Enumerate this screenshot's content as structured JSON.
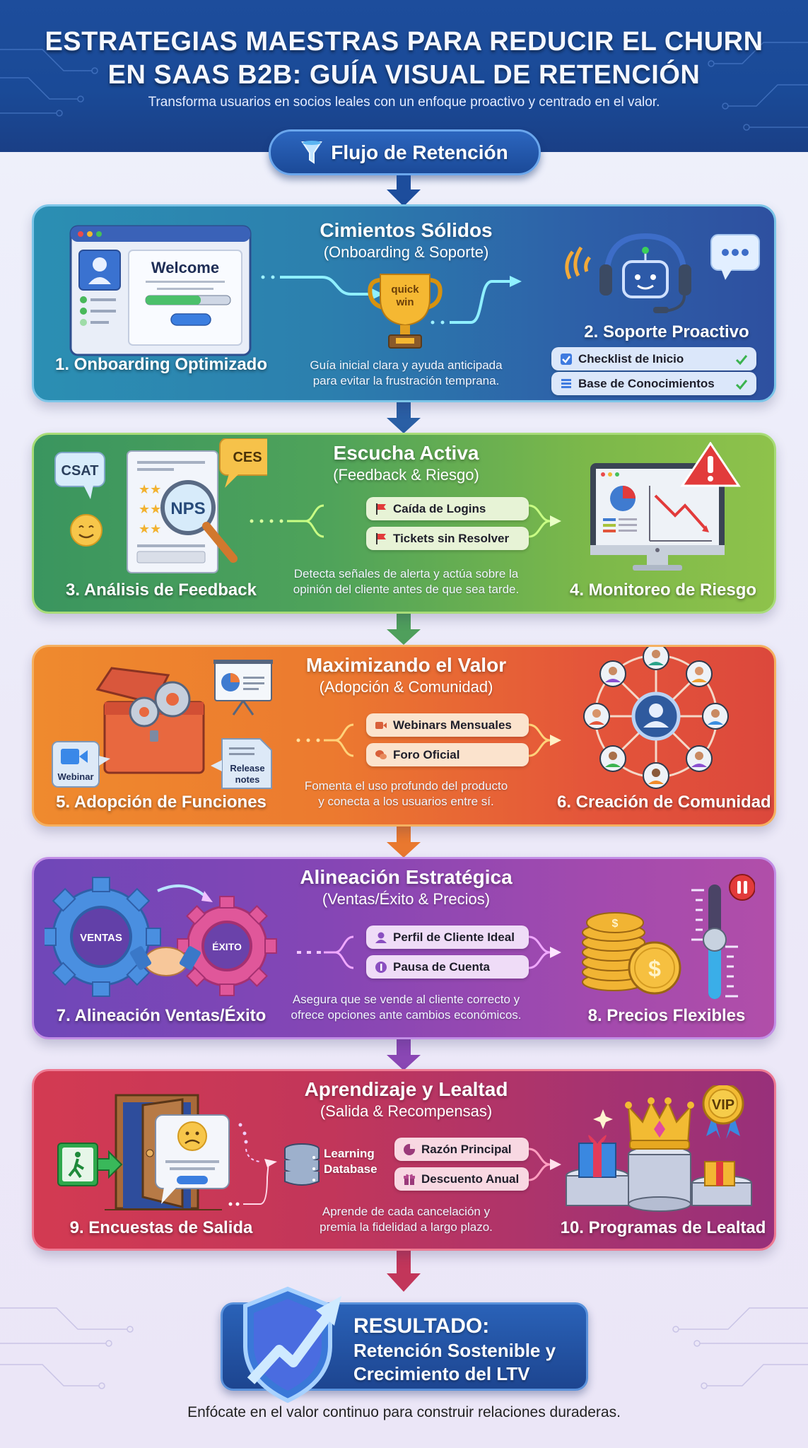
{
  "header": {
    "title_line1": "ESTRATEGIAS MAESTRAS PARA REDUCIR EL CHURN",
    "title_line2": "EN SAAS B2B: GUÍA VISUAL DE RETENCIÓN",
    "subtitle": "Transforma usuarios en socios leales con un enfoque proactivo y centrado en el valor.",
    "flow_label": "Flujo de Retención",
    "flow_icon": "funnel-icon"
  },
  "colors": {
    "header_bg": "#1d4d9c",
    "section1": "#2c7fae",
    "section2": "#5aa65a",
    "section3": "#ec7a2f",
    "section4": "#8a47b4",
    "section5": "#c2365a",
    "result_bg": "#1d4590"
  },
  "sections": [
    {
      "title": "Cimientos Sólidos",
      "subtitle": "(Onboarding & Soporte)",
      "description_line1": "Guía inicial clara y ayuda anticipada",
      "description_line2": "para evitar la frustración temprana.",
      "left_step": "1. Onboarding Optimizado",
      "right_step": "2. Soporte Proactivo",
      "left_art": {
        "window_text": "Welcome",
        "badge": "quick win"
      },
      "chips": [
        {
          "icon": "checkbox-icon",
          "label": "Checklist de Inicio",
          "status": "check-icon"
        },
        {
          "icon": "document-list-icon",
          "label": "Base de Conocimientos",
          "status": "check-icon"
        }
      ]
    },
    {
      "title": "Escucha Activa",
      "subtitle": "(Feedback & Riesgo)",
      "description_line1": "Detecta señales de alerta y actúa sobre la",
      "description_line2": "opinión del cliente antes de que sea tarde.",
      "left_step": "3. Análisis de Feedback",
      "right_step": "4. Monitoreo de Riesgo",
      "left_art": {
        "bubble1": "CSAT",
        "bubble2": "CES",
        "lens": "NPS"
      },
      "chips": [
        {
          "icon": "red-flag-icon",
          "label": "Caída de Logins"
        },
        {
          "icon": "red-flag-icon",
          "label": "Tickets sin Resolver"
        }
      ]
    },
    {
      "title": "Maximizando el Valor",
      "subtitle": "(Adopción & Comunidad)",
      "description_line1": "Fomenta el uso profundo del producto",
      "description_line2": "y conecta a los usuarios entre sí.",
      "left_step": "5. Adopción de Funciones",
      "right_step": "6. Creación de Comunidad",
      "left_art": {
        "bubble1": "Webinar",
        "bubble2_line1": "Release",
        "bubble2_line2": "notes"
      },
      "chips": [
        {
          "icon": "video-camera-icon",
          "label": "Webinars Mensuales"
        },
        {
          "icon": "chat-bubbles-icon",
          "label": "Foro Oficial"
        }
      ]
    },
    {
      "title": "Alineación Estratégica",
      "subtitle": "(Ventas/Éxito & Precios)",
      "description_line1": "Asegura que se vende al cliente correcto y",
      "description_line2": "ofrece opciones ante cambios económicos.",
      "left_step": "7. Alineación Ventas/Éxito",
      "right_step": "8. Precios Flexibles",
      "left_art": {
        "gear1": "VENTAS",
        "gear2": "ÉXITO"
      },
      "chips": [
        {
          "icon": "user-icon",
          "label": "Perfil de Cliente Ideal"
        },
        {
          "icon": "pause-circle-icon",
          "label": "Pausa de Cuenta"
        }
      ]
    },
    {
      "title": "Aprendizaje y Lealtad",
      "subtitle": "(Salida & Recompensas)",
      "description_line1": "Aprende de cada cancelación y",
      "description_line2": "premia la fidelidad a largo plazo.",
      "left_step": "9. Encuestas de Salida",
      "right_step": "10. Programas de Lealtad",
      "database_line1": "Learning",
      "database_line2": "Database",
      "right_art": {
        "badge": "VIP"
      },
      "chips": [
        {
          "icon": "pie-chart-icon",
          "label": "Razón Principal"
        },
        {
          "icon": "gift-icon",
          "label": "Descuento Anual"
        }
      ]
    }
  ],
  "result": {
    "title": "RESULTADO:",
    "line1": "Retención Sostenible y",
    "line2": "Crecimiento del LTV"
  },
  "footer": "Enfócate en el valor continuo para construir relaciones duraderas."
}
